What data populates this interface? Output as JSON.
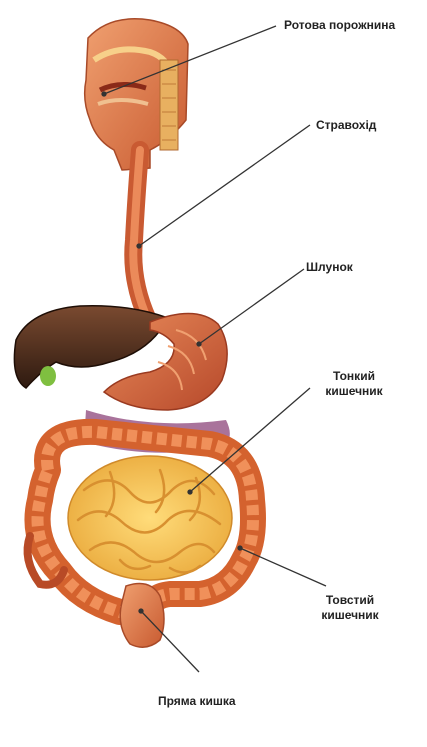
{
  "labels": {
    "mouth": "Ротова порожнина",
    "esophagus": "Стравохід",
    "stomach": "Шлунок",
    "small_intestine": [
      "Тонкий",
      "кишечник"
    ],
    "large_intestine": [
      "Товстий",
      "кишечник"
    ],
    "rectum": "Пряма кишка"
  },
  "colors": {
    "tissue": "#e07a4a",
    "tissue_dark": "#b84a26",
    "liver": "#4a2a1a",
    "small_intestine": "#f5c250",
    "stomach": "#d8643a",
    "leader_line": "#333333"
  }
}
